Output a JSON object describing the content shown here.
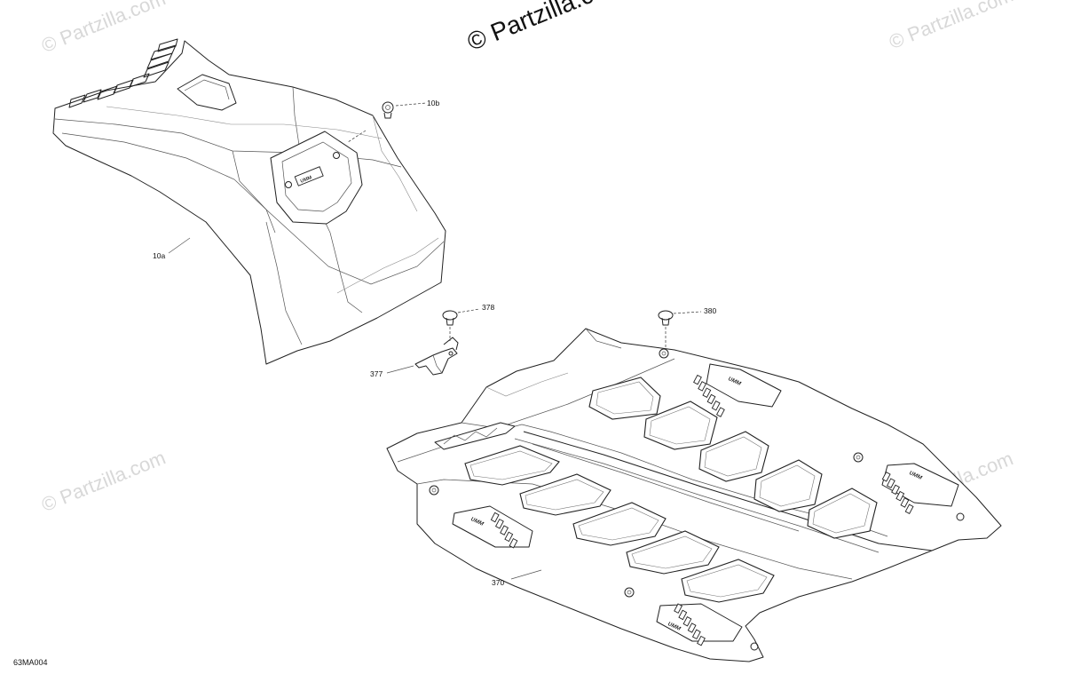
{
  "watermarks": {
    "main": "© Partzilla.com",
    "repeat": "© Partzilla.com"
  },
  "callouts": {
    "c10a": "10a",
    "c10b": "10b",
    "c370": "370",
    "c377": "377",
    "c378": "378",
    "c380": "380"
  },
  "document_id": "63MA004",
  "logo_text": "ᴜᴍᴍ",
  "colors": {
    "line": "#222222",
    "watermark": "#d8d8d8",
    "background": "#ffffff"
  }
}
